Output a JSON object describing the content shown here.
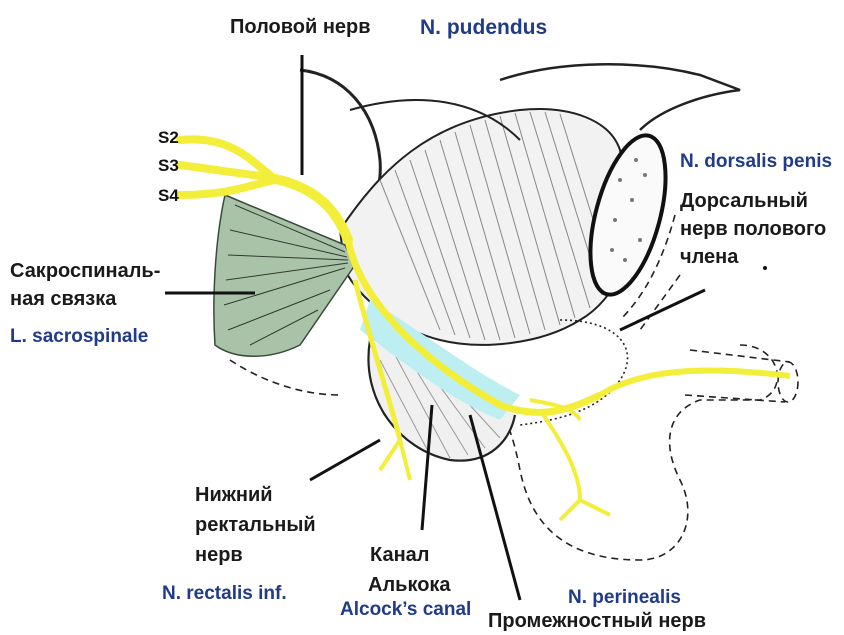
{
  "header": {
    "title_ru": "Половой нерв",
    "title_la": "N. pudendus"
  },
  "roots": [
    "S2",
    "S3",
    "S4"
  ],
  "labels": {
    "dorsalis_la": "N. dorsalis penis",
    "dorsalis_ru_1": "Дорсальный",
    "dorsalis_ru_2": "нерв полового",
    "dorsalis_ru_3": "члена",
    "sacro_ru_1": "Сакроспиналь-",
    "sacro_ru_2": "ная связка",
    "sacro_la": "L. sacrospinale",
    "rectalis_ru_1": "Нижний",
    "rectalis_ru_2": "ректальный",
    "rectalis_ru_3": "нерв",
    "rectalis_la": "N. rectalis inf.",
    "canal_ru_1": "Канал",
    "canal_ru_2": "Алькока",
    "canal_la": "Alcock’s canal",
    "perinealis_la": "N. perinealis",
    "perinealis_ru": "Промежностный нерв"
  },
  "colors": {
    "nerve": "#f2ee3a",
    "ligament": "#a9c3a9",
    "canal": "#bdeff2",
    "latin": "#1f3b8a"
  }
}
